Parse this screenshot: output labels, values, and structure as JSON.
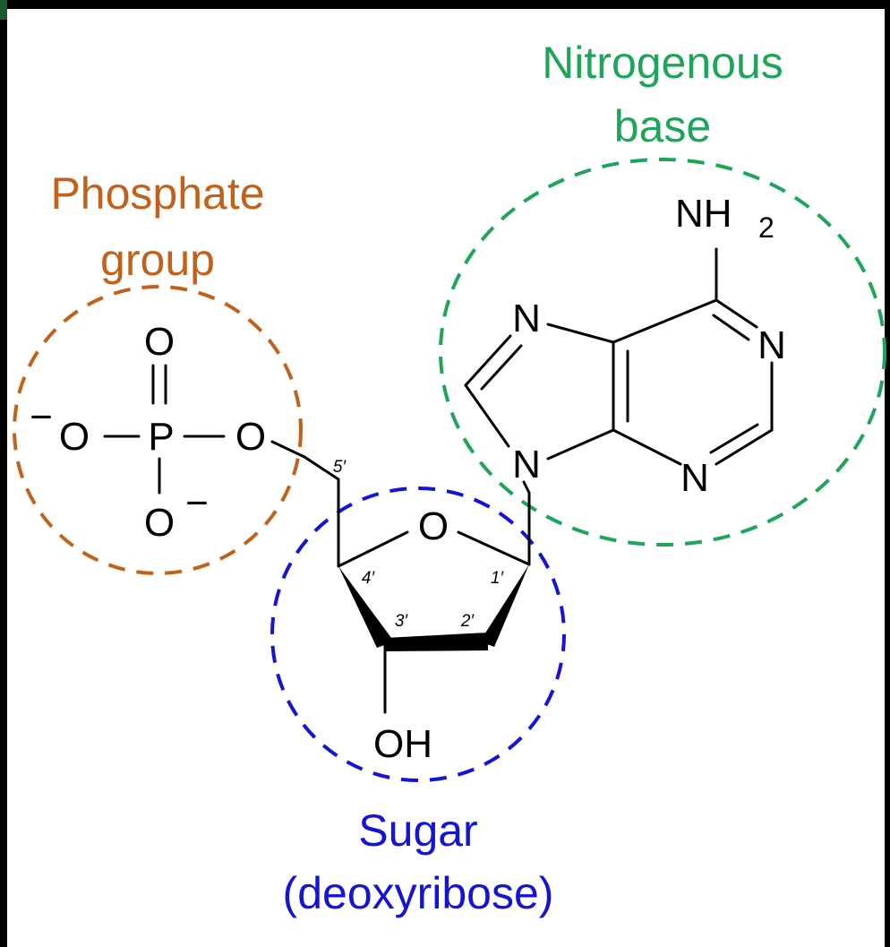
{
  "labels": {
    "phosphate": [
      "Phosphate",
      "group"
    ],
    "base": [
      "Nitrogenous",
      "base"
    ],
    "sugar": [
      "Sugar",
      "(deoxyribose)"
    ]
  },
  "atoms": {
    "o_top": "O",
    "o_minus_left": "O",
    "p": "P",
    "o_bridge": "O",
    "o_minus_bottom": "O",
    "minus_left": "−",
    "minus_bottom": "−",
    "nh2": "NH",
    "nh2_sub": "2",
    "n_top_left": "N",
    "n_top_right": "N",
    "n_bottom_right": "N",
    "n_glycosidic": "N",
    "o_ring": "O",
    "oh": "OH"
  },
  "carbons": {
    "c5": "5′",
    "c4": "4′",
    "c3": "3′",
    "c2": "2′",
    "c1": "1′"
  },
  "colors": {
    "phosphate": "#c0621c",
    "base": "#1fa55a",
    "sugar": "#1414d2",
    "frame_accent": "#1d5a2e"
  }
}
